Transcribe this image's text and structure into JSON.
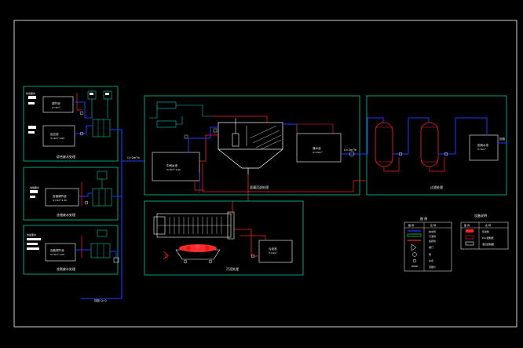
{
  "drawing": {
    "background": "#000000",
    "frame_color": "#ffffff",
    "pipe_colors": {
      "water": "#1a3cff",
      "sludge": "#ff2222",
      "dosing": "#00c8c8"
    },
    "section_color": "#00c8a0",
    "equipment_color": "#ffffff"
  },
  "sections": [
    {
      "id": "pretreat-a",
      "label": "综合废水处理"
    },
    {
      "id": "pretreat-b",
      "label": "含铬废水处理"
    },
    {
      "id": "pretreat-c",
      "label": "含氰废水处理"
    },
    {
      "id": "main",
      "label": "混凝沉淀处理"
    },
    {
      "id": "sludge",
      "label": "污泥处理"
    },
    {
      "id": "filter",
      "label": "过滤处理"
    }
  ],
  "tanks": [
    {
      "id": "tank-a1",
      "name": "调节池",
      "spec": "V=5m³"
    },
    {
      "id": "tank-a2",
      "name": "反应池",
      "spec": "V=2m³ 2.0h"
    },
    {
      "id": "tank-b1",
      "name": "含铬调节池",
      "spec": "V=3m³ 4.5h"
    },
    {
      "id": "tank-c1",
      "name": "含氰调节池",
      "spec": "V=3m³ 2.0h"
    },
    {
      "id": "tank-main",
      "name": "中间水池",
      "spec": "V=5m³ 2.0h"
    },
    {
      "id": "tank-clear",
      "name": "清水池",
      "spec": "V=10m³"
    },
    {
      "id": "tank-final",
      "name": "回用水池",
      "spec": "V=5m³"
    },
    {
      "id": "tank-sludge",
      "name": "污泥池",
      "spec": "V=3m³"
    }
  ],
  "labels": {
    "inflow_a": "综合废水",
    "inflow_b": "含铬废水",
    "inflow_c": "含氰废水",
    "flow_main": "Q=2m³/h",
    "flow_out": "Q=2m³/h",
    "outlet": "回用",
    "discharge": "排放 Q=2"
  },
  "legend_pipes": {
    "title": "图 例",
    "headers": [
      "图 例",
      "名 称"
    ],
    "rows": [
      "给水管",
      "污泥管",
      "加药管",
      "阀门",
      "泵",
      "水表",
      "流量计"
    ]
  },
  "legend_equipment": {
    "title": "设备说明",
    "headers": [
      "图 例",
      "名 称"
    ],
    "rows": [
      "压滤机",
      "PLC控制柜",
      "液位控制器"
    ]
  }
}
